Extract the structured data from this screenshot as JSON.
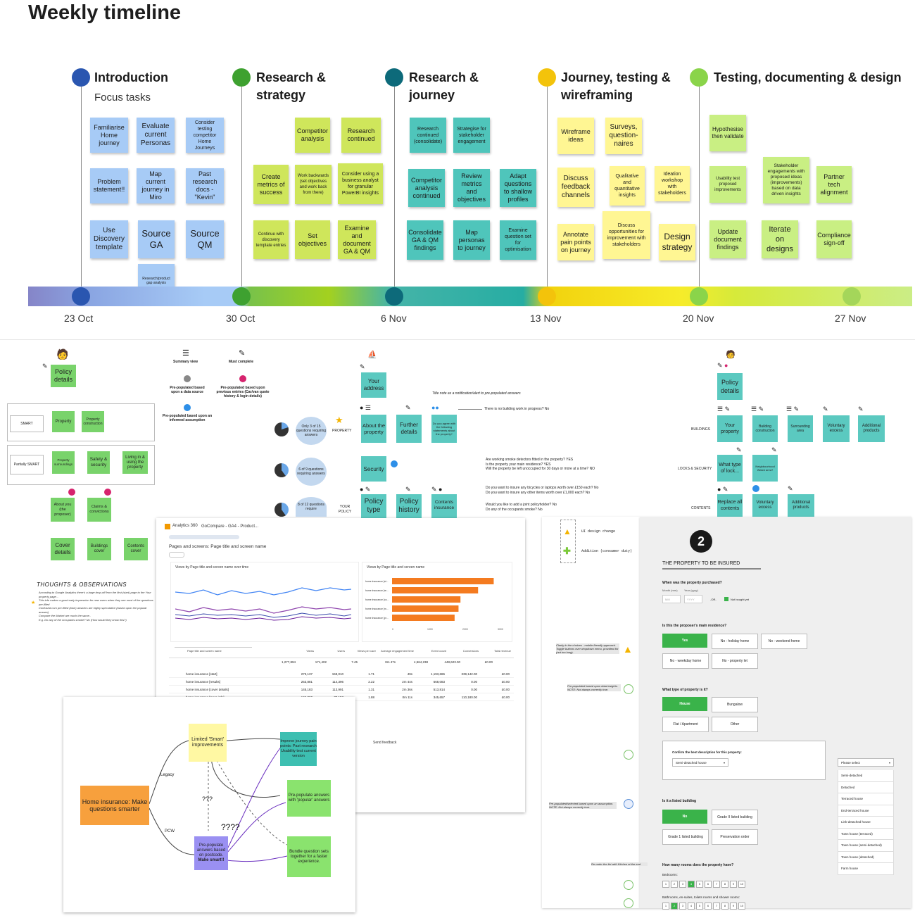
{
  "title": "Weekly timeline",
  "phases": [
    {
      "title": "Introduction",
      "sub": "Focus tasks",
      "color": "#2a56b0"
    },
    {
      "title": "Research &\nstrategy",
      "color": "#3ea130"
    },
    {
      "title": "Research &\njourney",
      "color": "#0d6a7a"
    },
    {
      "title": "Journey, testing &\nwireframing",
      "color": "#f3c30b"
    },
    {
      "title": "Testing, documenting & design",
      "color": "#8ad44a"
    }
  ],
  "dates": [
    "23 Oct",
    "30 Oct",
    "6 Nov",
    "13 Nov",
    "20 Nov",
    "27 Nov"
  ],
  "notes": {
    "n1": "Familiarise Home journey",
    "n2": "Evaluate current Personas",
    "n3": "Consider testing competitor Home Journeys",
    "n4": "Problem statement!!",
    "n5": "Map current journey in Miro",
    "n6": "Past research docs - \"Kevin\"",
    "n7": "Use Discovery template",
    "n8": "Source GA",
    "n9": "Source QM",
    "n10": "Research/product gap analysis",
    "n11": "Competitor analysis",
    "n12": "Research continued",
    "n13": "Create metrics of success",
    "n14": "Work backwards (set objectives and work back from there)",
    "n15": "Consider using a business analyst for granular PowerBI insights",
    "n16": "Continue with discovery template entries",
    "n17": "Set objectives",
    "n18": "Examine and document GA & QM",
    "n19": "Research continued (consolidate)",
    "n20": "Strategise for stakeholder engagement",
    "n21": "Competitor analysis continued",
    "n22": "Review metrics and objectives",
    "n23": "Adapt questions to shallow profiles",
    "n24": "Consolidate GA & QM findings",
    "n25": "Map personas to journey",
    "n26": "Examine question set for optimisation",
    "n27": "Wireframe ideas",
    "n28": "Surveys, question-naires",
    "n29": "Discuss feedback channels",
    "n30": "Qualitative and quantitative insights",
    "n31": "Ideation workshop with stakeholders",
    "n32": "Annotate pain points on journey",
    "n33": "Discuss opportunities for improvement with stakeholders",
    "n34": "Design strategy",
    "n35": "Hypothesise then validate",
    "n36": "Usability test proposed improvements",
    "n37": "Stakeholder engagements with proposed ideas (improvements) based on data driven insights",
    "n38": "Partner tech alignment",
    "n39": "Update document findings",
    "n40": "Iterate on designs",
    "n41": "Compliance sign-off"
  },
  "flow1": {
    "policy": "Policy details",
    "smart": "SMART",
    "partially": "Partially SMART",
    "property": "Property",
    "construction": "Property construction",
    "surroundings": "Property surroundings",
    "safety": "Safety & security",
    "living": "Living in & using the property",
    "about": "About you (the proposer)",
    "claims": "Claims & convictions",
    "cover": "Cover details",
    "buildings": "Buildings cover",
    "contents": "Contents cover",
    "thoughts": "THOUGHTS & OBSERVATIONS",
    "t1": "According to Google Analytics there's a large drop-off from the first (start) page to the Your property page...",
    "t2": "This info makes a good early impression for new users when they see most of the questions pre-filled",
    "t3": "Confused.com pre-filled (blue) answers are highly speculative (based upon the popular answer)",
    "t4": "Compare the Market are much the same..",
    "t5": "E.g. Do any of the occupants smoke? No (How would they know this?)"
  },
  "legend": {
    "summary": "Summary view",
    "must": "Must complete",
    "pre1": "Pre-populated based upon a data source",
    "pre2": "Pre-populated based upon previous entries (Car/van quote history & login details)",
    "pre3": "Pre-populated based upon an informed assumption"
  },
  "flow2": {
    "address": "Your address",
    "aboutprop": "About the property",
    "further": "Further details",
    "agree": "Do you agree with the following statements about the property?",
    "note": "Title note as a notification/alert to pre-populated answers",
    "q1": "There is no building work in progress? No",
    "security": "Security",
    "q2": "Are working smoke detectors fitted in the property? YES",
    "q3": "Is the property your main residence? YES",
    "q4": "Will the property be left unoccupied for 30 days or more at a time? NO",
    "q5": "Do you want to insure any bicycles or laptops worth over £150 each? No",
    "q6": "Do you want to insure any other items worth over £1,000 each? No",
    "q7": "Would you like to add a joint policyholder? No",
    "q8": "Do any of the occupants smoke? No",
    "policytype": "Policy type",
    "history": "Policy history",
    "contentsins": "Contents insurance",
    "c1": "Only 3 of 15 questions requiring answers",
    "c2": "6 of 9 questions requiring answers",
    "c3": "8 of 12 questions require",
    "property": "PROPERTY",
    "yourpolicy": "YOUR POLICY"
  },
  "flow3": {
    "policy": "Policy details",
    "buildings": "BUILDINGS",
    "locks": "LOCKS & SECURITY",
    "contents": "CONTENTS",
    "yourprop": "Your property",
    "bconst": "Building construction",
    "surround": "Surrounding area",
    "voluntary": "Voluntary excess",
    "additional": "Additional products",
    "locktype": "What type of lock...",
    "neighbour": "Neighbourhood Watch area?",
    "replace": "Replace all contents",
    "volex": "Voluntary excess",
    "addprod": "Additional products"
  },
  "analytics": {
    "brand": "Analytics 360",
    "breadcrumb": "GoCompare - GA4 - Product...",
    "title": "Pages and screens: Page title and screen name",
    "chart1": "Views by Page title and screen name over time",
    "chart2": "Views by Page title and screen name",
    "cols": [
      "Page title and screen name",
      "Views",
      "Users",
      "Views per user",
      "Average engagement time",
      "Event count",
      "Conversions",
      "Total revenue"
    ],
    "totals": [
      "1,277,894",
      "171,402",
      "7.45",
      "8m 47s",
      "4,564,238",
      "448,623.00",
      "£0.00"
    ],
    "rows": [
      [
        "home insurance [start]",
        "273,137",
        "159,010",
        "1.71",
        "49s",
        "1,193,686",
        "339,142.00",
        "£0.00"
      ],
      [
        "home insurance [results]",
        "253,881",
        "114,396",
        "2.22",
        "2m 44s",
        "668,083",
        "0.00",
        "£0.00"
      ],
      [
        "home insurance [cover details]",
        "145,183",
        "113,991",
        "1.31",
        "2m 36s",
        "513,814",
        "0.00",
        "£0.00"
      ],
      [
        "home insurance [more info]",
        "146,860",
        "78,153",
        "1.88",
        "0m 11s",
        "345,657",
        "110,180.00",
        "£0.00"
      ]
    ],
    "bars": [
      5200,
      4400,
      3500,
      3400,
      3200
    ],
    "barlabels": [
      "home insurance [st...",
      "home insurance [re...",
      "home insurance [co...",
      "home insurance [m...",
      "home insurance [pr..."
    ],
    "ax2": [
      "0",
      "1000",
      "2000",
      "3000"
    ],
    "feedback": "Send feedback"
  },
  "mindmap": {
    "home": "Home insurance: Make questions smarter",
    "limited": "Limited 'Smart' improvements",
    "improve": "Improve journey pain points: Past research Usability test current version",
    "prepop": "Pre-populate answers with 'popular' answers",
    "postcode": "Pre-populate answers based on postcode.",
    "make": "Make smart!!",
    "bundle": "Bundle question sets together for a faster experience.",
    "legacy": "Legacy",
    "pcw": "PCW",
    "q3": "???",
    "q4": "????"
  },
  "form": {
    "ui": "UI design change",
    "addition": "Addition (consumer duty)",
    "step": "2",
    "heading": "THE PROPERTY TO BE INSURED",
    "q1": "When was the property purchased?",
    "month": "Month (mm)",
    "year": "Year (yyyy)",
    "mm": "MM",
    "yyyy": "YYYY",
    "or": "-OR-",
    "notbought": "Not bought yet",
    "q2": "Is this the proposer's main residence?",
    "yes": "Yes",
    "holiday": "No - holiday home",
    "weekend": "No - weekend home",
    "weekday": "No - weekday home",
    "let": "No - property let",
    "q3": "What type of property is it?",
    "house": "House",
    "bungalow": "Bungalow",
    "flat": "Flat / Apartment",
    "other": "Other",
    "q4": "Confirm the best description for this property:",
    "semi": "Semi-detached house",
    "q5": "Is it a listed building",
    "no": "No",
    "grade2": "Grade II listed building",
    "grade1": "Grade 1 listed building",
    "preserve": "Preservation order",
    "q6": "How many rooms does the property have?",
    "bedrooms": "Bedrooms:",
    "bathrooms": "Bathrooms, en-suites, toilets rooms and shower rooms:",
    "side1": "Clarity in the choices - mobile friendly approach. Toggle buttons over dropdown menu, provided list (not too long).",
    "side2": "Pre-populated based upon data insights. NOTE: Not always correctly true.",
    "side3": "Pre-populated/selected based upon an assumption. NOTE: Not always correctly true.",
    "side4": "Re-order the list with Kitchen at the end",
    "select": "Please select",
    "options": [
      "Semi-detached",
      "Detached",
      "Terraced house",
      "End-terraced house",
      "Link-detached house",
      "Town house (terraced)",
      "Town house (semi-detached)",
      "Town house (detached)",
      "Farm house"
    ],
    "nums": [
      "1",
      "2",
      "3",
      "4",
      "5",
      "6",
      "7",
      "8",
      "9",
      "10"
    ]
  }
}
